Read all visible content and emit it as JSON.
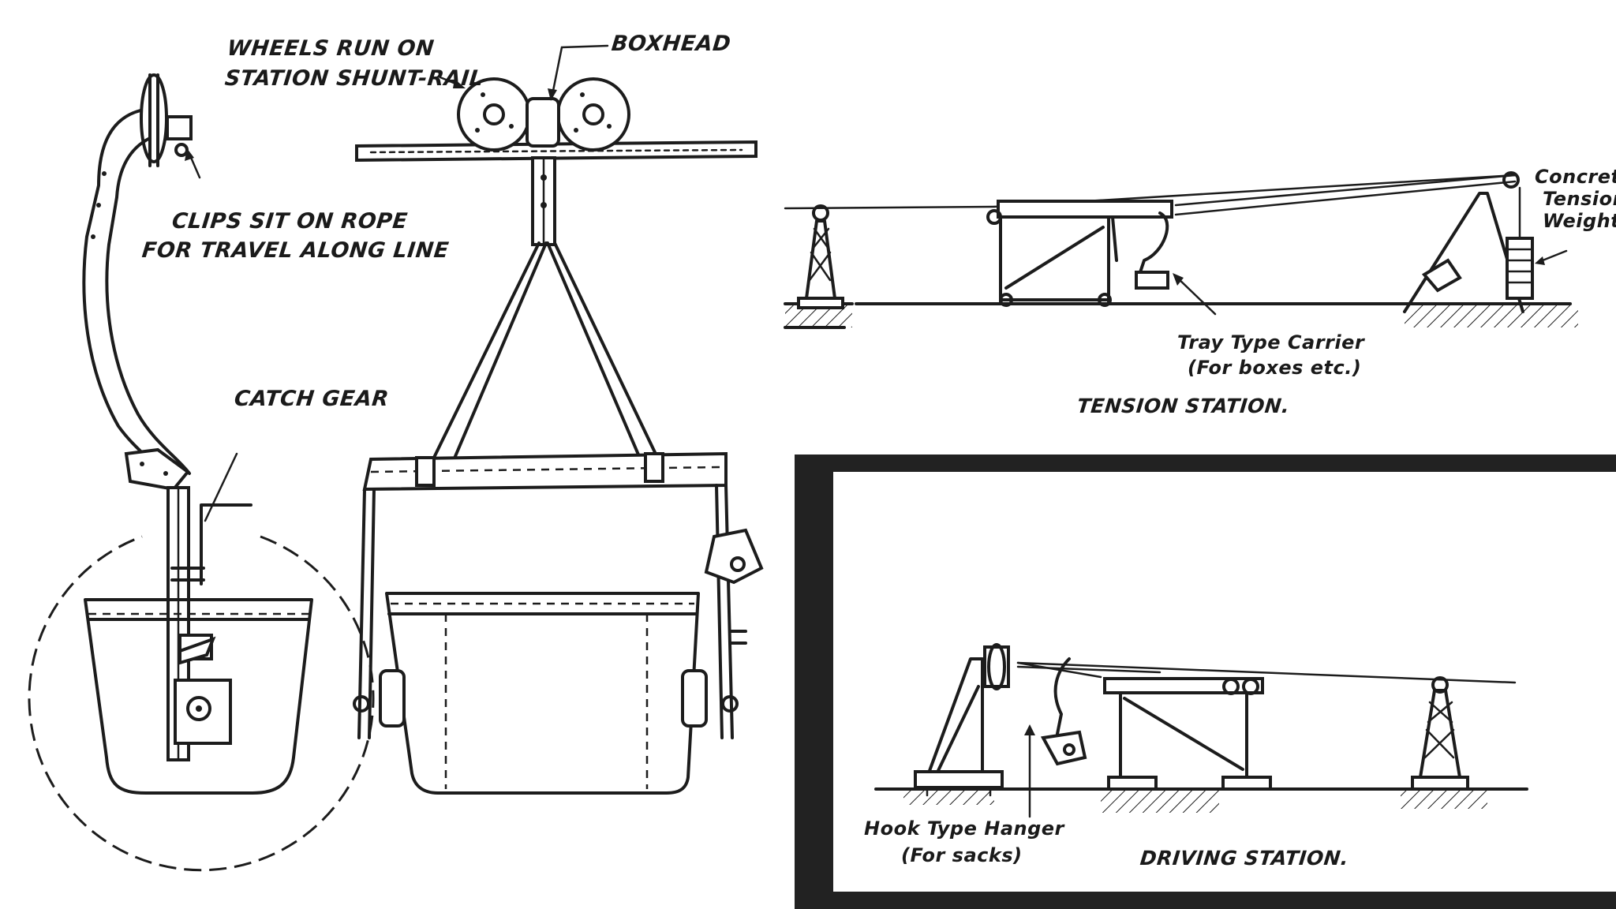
{
  "labels": {
    "wheels_run_on": "WHEELS RUN ON",
    "station_shunt_rail": "STATION SHUNT-RAIL",
    "boxhead": "BOXHEAD",
    "clips_sit_on_rope": "CLIPS SIT ON ROPE",
    "for_travel_along_line": "FOR TRAVEL ALONG LINE",
    "catch_gear": "CATCH GEAR",
    "concrete": "Concrete",
    "tension": "Tension",
    "weight": "Weight",
    "tray_type_carrier": "Tray Type Carrier",
    "for_boxes": "(For boxes etc.)",
    "tension_station": "TENSION STATION.",
    "hook_type_hanger": "Hook Type Hanger",
    "for_sacks": "(For sacks)",
    "driving_station": "DRIVING STATION."
  },
  "colors": {
    "ink": "#1c1c1c",
    "frame": "#222222",
    "paper": "#ffffff"
  }
}
